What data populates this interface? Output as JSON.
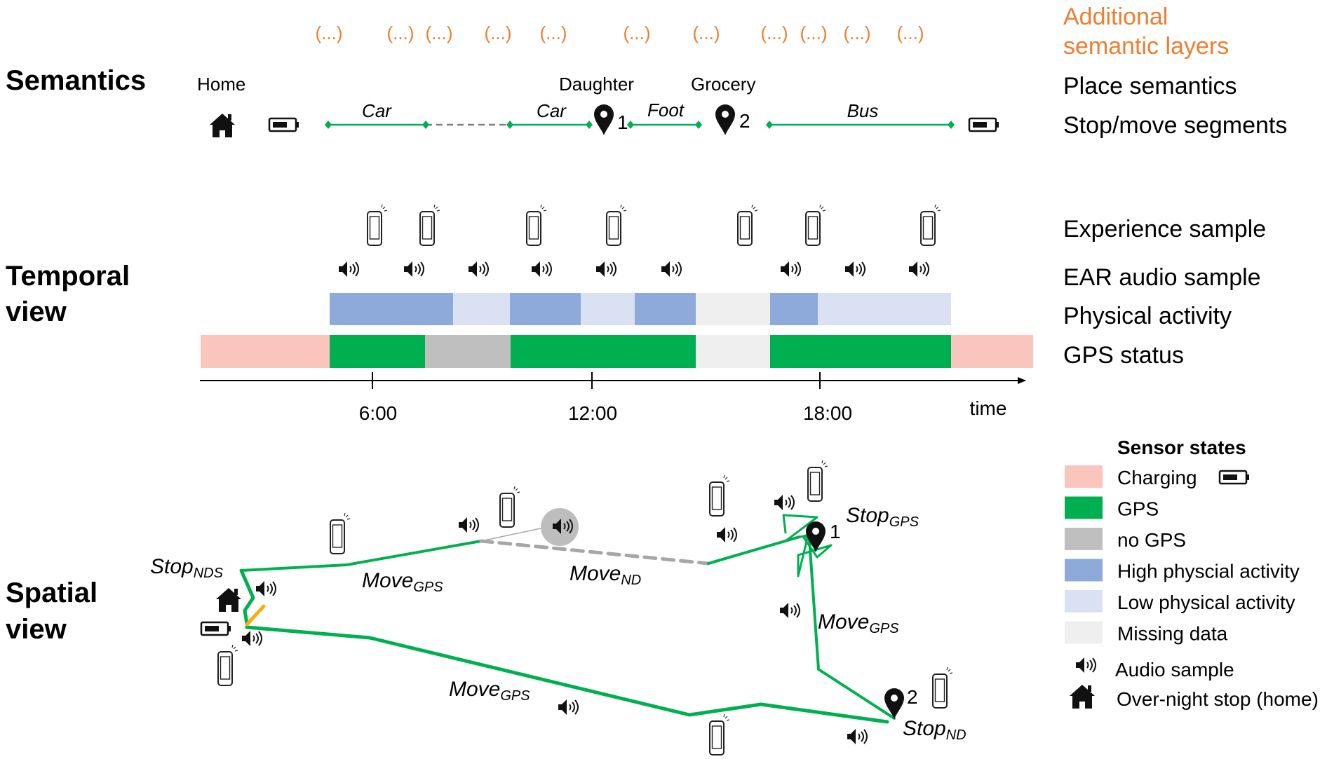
{
  "colors": {
    "charging": "#f9c5bd",
    "gps": "#00b050",
    "no_gps": "#bfbfbf",
    "high_activity": "#8eaadb",
    "low_activity": "#d9e1f2",
    "missing": "#efefef",
    "accent_orange": "#ed7d31",
    "interchange": "#f2b10e",
    "nd_path": "#a6a6a6",
    "text": "#000000"
  },
  "sections": {
    "semantics": "Semantics",
    "temporal": [
      "Temporal",
      "view"
    ],
    "spatial": [
      "Spatial",
      "view"
    ]
  },
  "layer_labels": {
    "additional": [
      "Additional",
      "semantic layers"
    ],
    "place": "Place semantics",
    "stopmove": "Stop/move segments",
    "experience": "Experience sample",
    "ear": "EAR audio sample",
    "physical": "Physical activity",
    "gps": "GPS status"
  },
  "ellipsis": "(...)",
  "places": {
    "home": "Home",
    "daughter": "Daughter",
    "grocery": "Grocery",
    "marker_1": "1",
    "marker_2": "2"
  },
  "modes": {
    "car1": "Car",
    "car2": "Car",
    "foot": "Foot",
    "bus": "Bus"
  },
  "time_axis": {
    "ticks": [
      "6:00",
      "12:00",
      "18:00"
    ],
    "label": "time"
  },
  "timeline": {
    "physical_activity": [
      "unknown",
      "high",
      "low",
      "high",
      "low",
      "high",
      "missing",
      "high",
      "low",
      "unknown"
    ],
    "gps_status": [
      "charging",
      "gps",
      "no_gps",
      "gps",
      "missing",
      "gps",
      "charging"
    ]
  },
  "spatial_labels": {
    "stop_nds": {
      "main": "Stop",
      "sub": "NDS"
    },
    "stop_gps": {
      "main": "Stop",
      "sub": "GPS"
    },
    "stop_nd": {
      "main": "Stop",
      "sub": "ND"
    },
    "move_gps_top": {
      "main": "Move",
      "sub": "GPS"
    },
    "move_nd": {
      "main": "Move",
      "sub": "ND"
    },
    "move_gps_right": {
      "main": "Move",
      "sub": "GPS"
    },
    "move_gps_bottom": {
      "main": "Move",
      "sub": "GPS"
    },
    "marker_1": "1",
    "marker_2": "2"
  },
  "legend": {
    "title": "Sensor states",
    "items": [
      {
        "label": "Charging",
        "color": "#f9c5bd"
      },
      {
        "label": "GPS",
        "color": "#00b050"
      },
      {
        "label": "no GPS",
        "color": "#bfbfbf"
      },
      {
        "label": "High physcial activity",
        "color": "#8eaadb"
      },
      {
        "label": "Low physical activity",
        "color": "#d9e1f2"
      },
      {
        "label": "Missing data",
        "color": "#efefef"
      }
    ],
    "audio": "Audio sample",
    "home": "Over-night stop (home)"
  }
}
